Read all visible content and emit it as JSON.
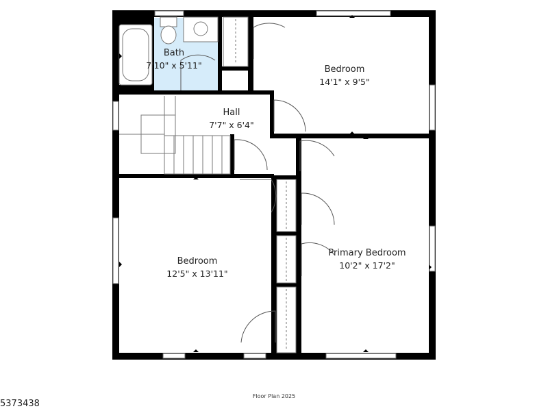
{
  "rooms": {
    "bath": {
      "name": "Bath",
      "dims": "7'10\" x 5'11\""
    },
    "bedroom_top": {
      "name": "Bedroom",
      "dims": "14'1\" x 9'5\""
    },
    "hall": {
      "name": "Hall",
      "dims": "7'7\" x 6'4\""
    },
    "bedroom_left": {
      "name": "Bedroom",
      "dims": "12'5\" x 13'11\""
    },
    "primary_bedroom": {
      "name": "Primary Bedroom",
      "dims": "10'2\" x 17'2\""
    }
  },
  "footer": {
    "label": "Floor Plan 2025"
  },
  "listing": {
    "id": "5373438"
  },
  "colors": {
    "wall": "#000000",
    "bath_floor": "#d6ecfa",
    "fixture": "#777777",
    "background": "#ffffff"
  }
}
